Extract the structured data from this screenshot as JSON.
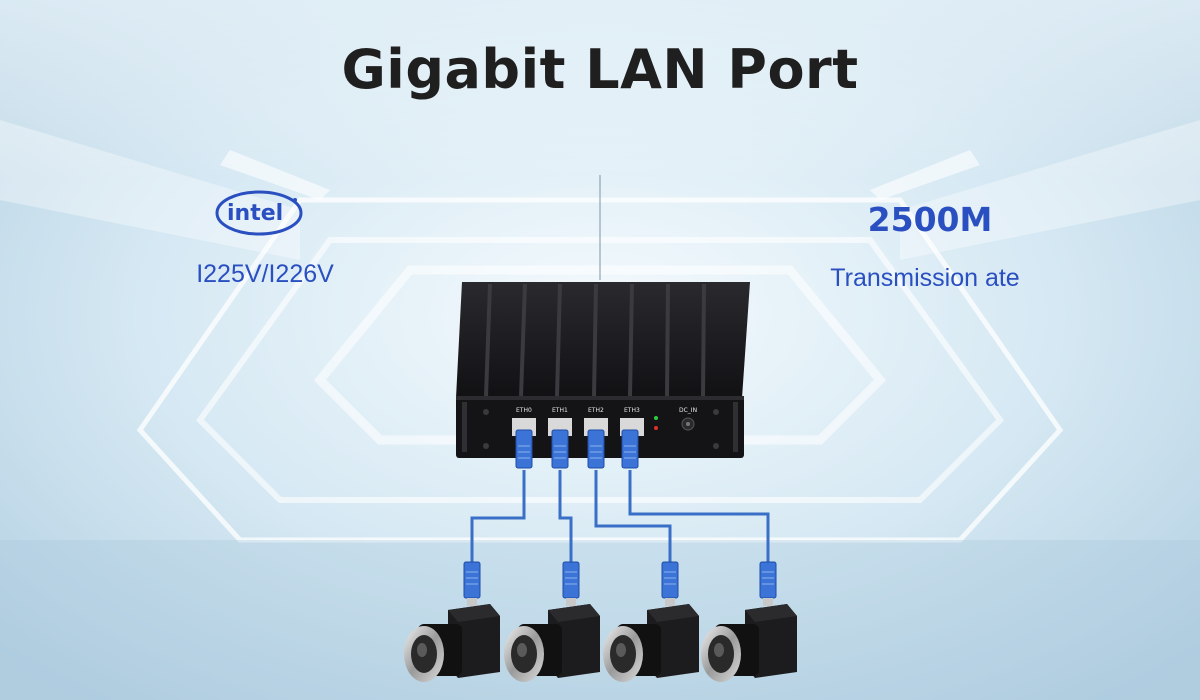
{
  "banner": {
    "title": "Gigabit LAN Port",
    "brand_logo_text": "intel",
    "chip_model": "I225V/I226V",
    "speed_value": "2500M",
    "speed_label": "Transmission ate"
  },
  "device": {
    "ports": [
      "ETH0",
      "ETH1",
      "ETH2",
      "ETH3"
    ],
    "power_label": "DC_IN"
  },
  "colors": {
    "accent_blue": "#2a4fc0",
    "cable_blue": "#2e6fd6",
    "chassis": "#1a1a1c",
    "background": "#cde3f0"
  },
  "icons": {
    "brand": "intel-logo",
    "device": "mini-pc-icon",
    "cable": "ethernet-cable-icon",
    "camera": "industrial-camera-icon"
  }
}
